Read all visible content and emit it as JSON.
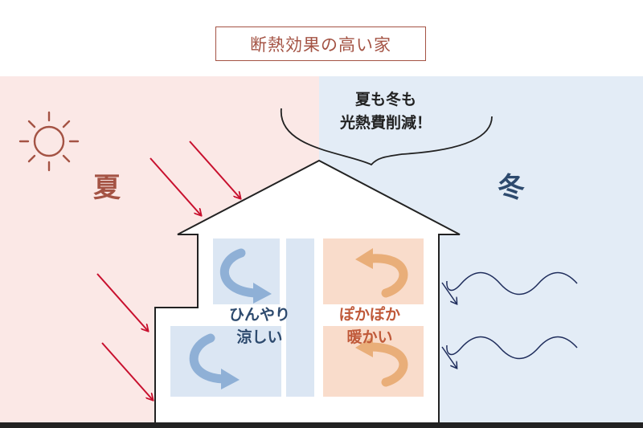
{
  "title": "断熱効果の高い家",
  "summer": {
    "label": "夏"
  },
  "winter": {
    "label": "冬"
  },
  "speech_bubble": {
    "line1": "夏も冬も",
    "line2": "光熱費削減！"
  },
  "rooms": {
    "cool_label": {
      "line1": "ひんやり",
      "line2": "涼しい"
    },
    "warm_label": {
      "line1": "ぽかぽか",
      "line2": "暖かい"
    }
  },
  "icons": [
    "sun-icon",
    "sunlight-arrow-icon",
    "cold-wind-icon",
    "cool-air-circulation-icon",
    "warm-air-circulation-icon"
  ],
  "colors": {
    "summer_bg": "#fbe8e6",
    "winter_bg": "#e3ecf6",
    "summer_accent": "#a45344",
    "sun_ray": "#c8102e",
    "winter_accent": "#2d4a6e",
    "cool_room": "#dbe6f3",
    "warm_room": "#f9dccb",
    "cool_arrow": "#8fb0d6",
    "warm_arrow": "#e9ae79"
  }
}
